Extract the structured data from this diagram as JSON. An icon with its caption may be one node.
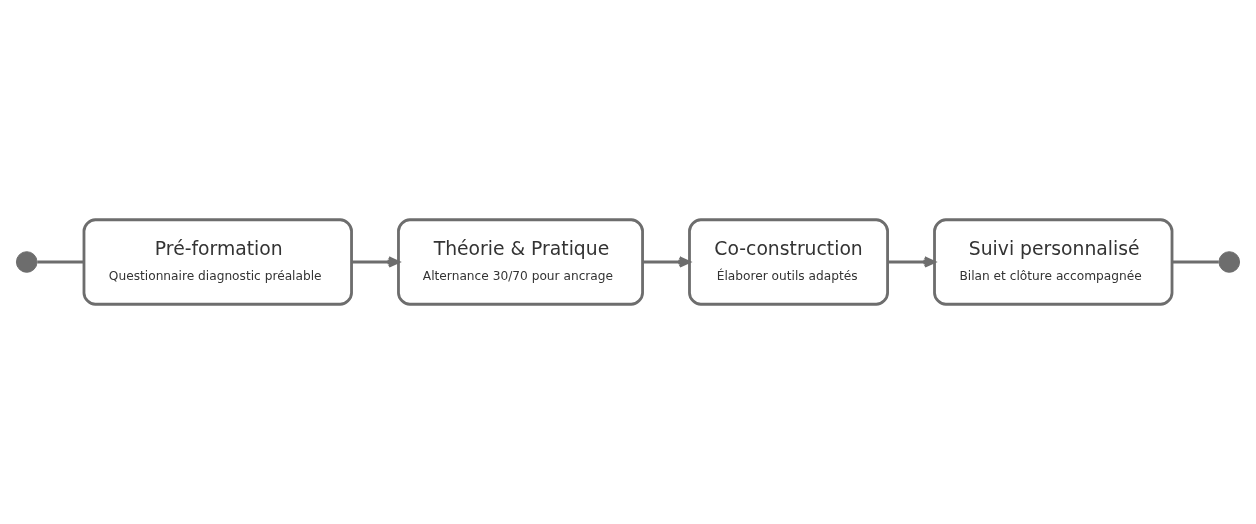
{
  "diagram": {
    "nodes": [
      {
        "text": [],
        "shape": "circle"
      },
      {
        "text": [
          "Pré-formation",
          "Questionnaire diagnostic préalable"
        ]
      },
      {
        "text": [
          "Théorie & Pratique",
          "Alternance 30/70 pour ancrage"
        ]
      },
      {
        "text": [
          "Co-construction",
          "Élaborer outils adaptés"
        ]
      },
      {
        "text": [
          "Suivi personnalisé",
          "Bilan et clôture accompagnée"
        ]
      },
      {
        "text": [],
        "shape": "circle"
      }
    ],
    "edges": [
      {
        "from": 0,
        "to": 1,
        "arrow": "none"
      },
      {
        "from": 1,
        "to": 2,
        "arrow": "to"
      },
      {
        "from": 2,
        "to": 3,
        "arrow": "to"
      },
      {
        "from": 3,
        "to": 4,
        "arrow": "to"
      },
      {
        "from": 4,
        "to": 5,
        "arrow": "none"
      }
    ]
  }
}
